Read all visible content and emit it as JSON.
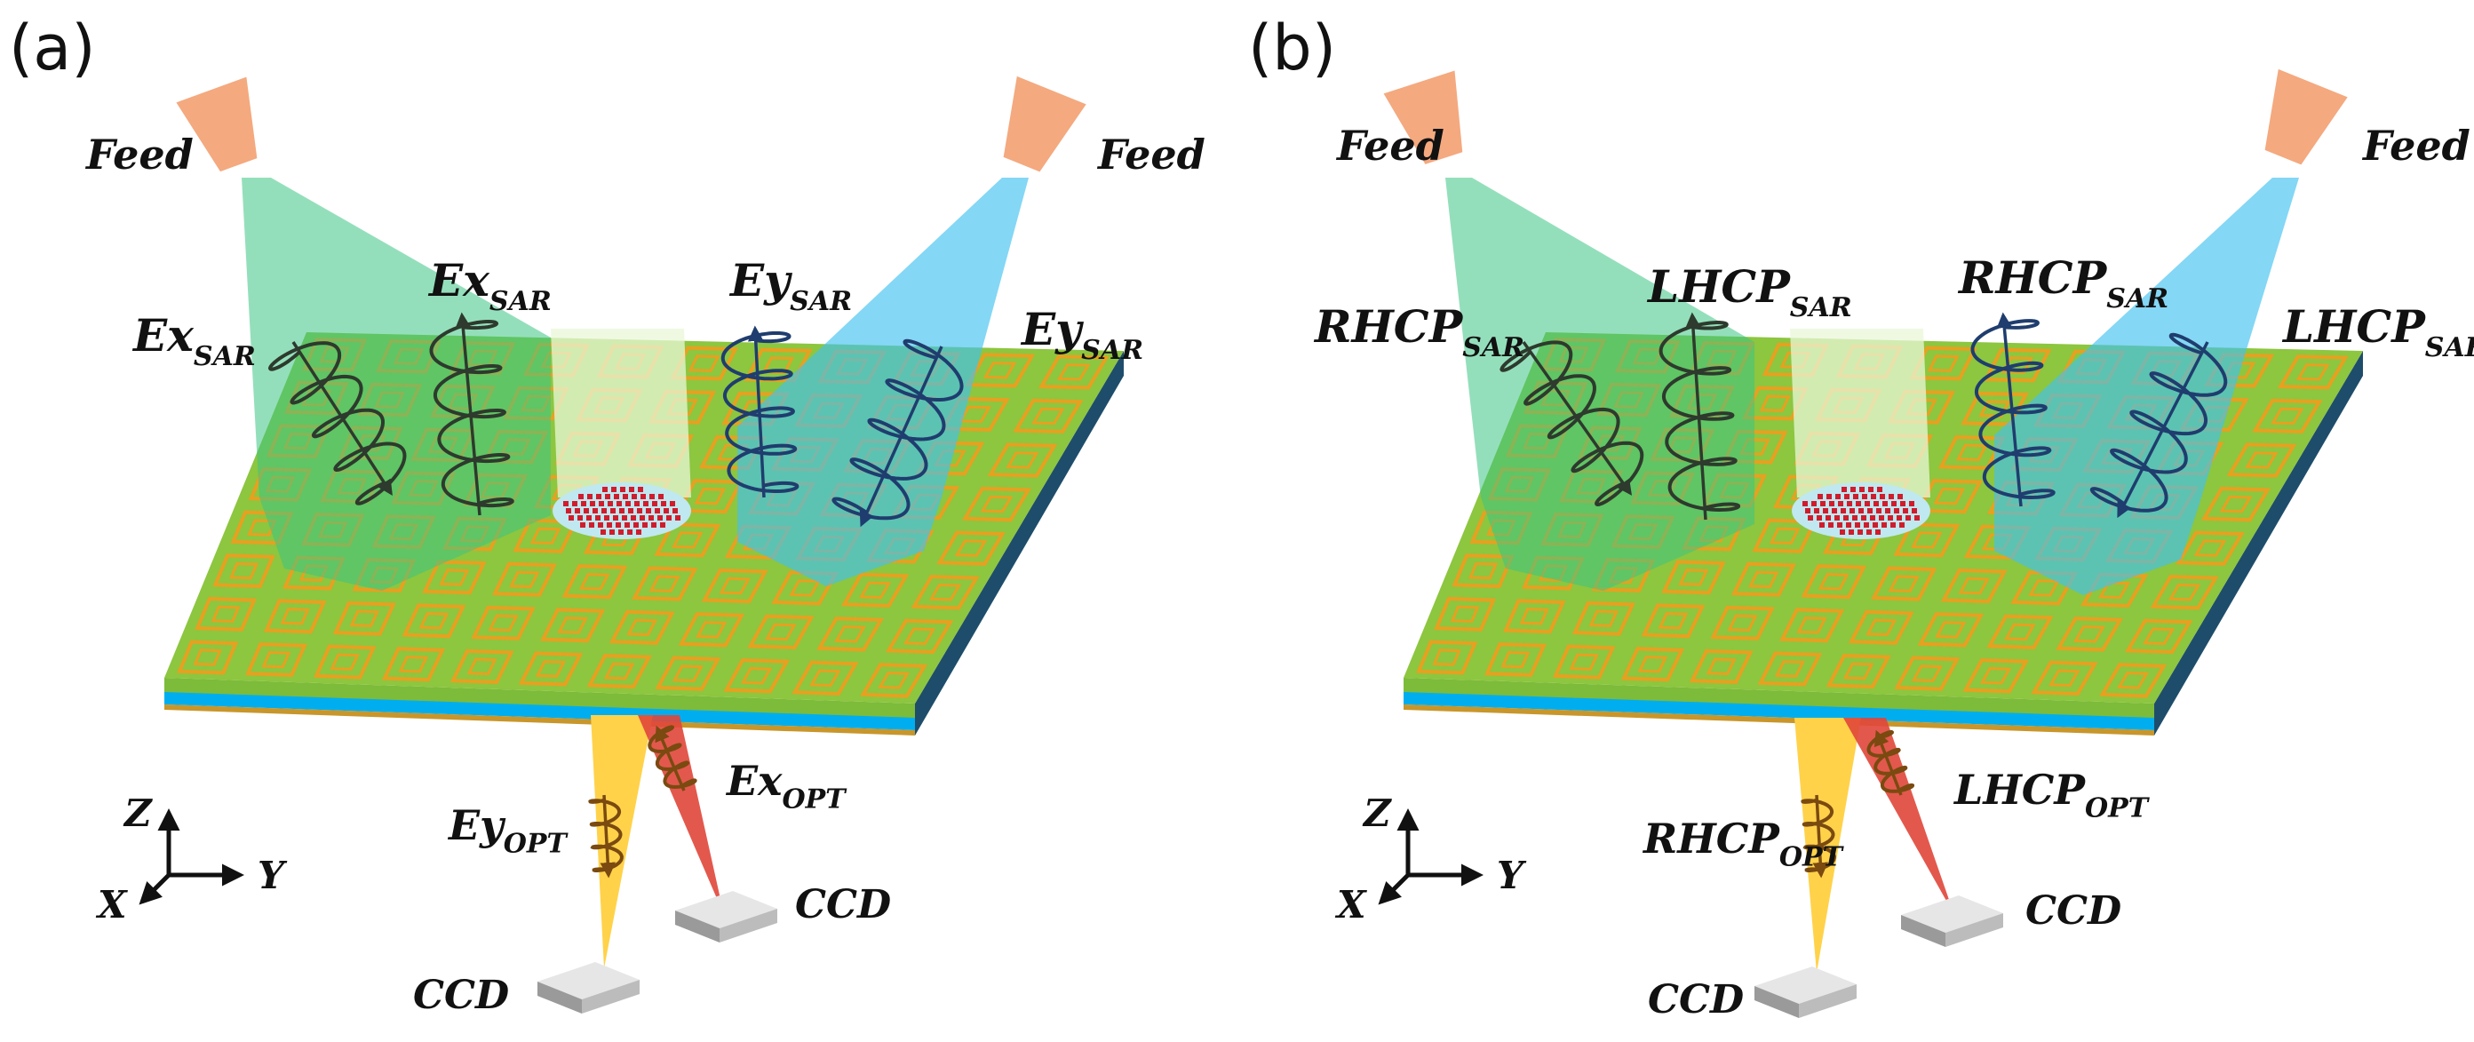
{
  "panels": [
    {
      "label": "(a)",
      "feed_left": "Feed",
      "feed_right": "Feed",
      "outer_left": {
        "main": "Ex",
        "sub": "SAR"
      },
      "inner_left": {
        "main": "Ex",
        "sub": "SAR"
      },
      "inner_right": {
        "main": "Ey",
        "sub": "SAR"
      },
      "outer_right": {
        "main": "Ey",
        "sub": "SAR"
      },
      "opt_left": {
        "main": "Ey",
        "sub": "OPT"
      },
      "opt_right": {
        "main": "Ex",
        "sub": "OPT"
      },
      "ccd_bottom": "CCD",
      "ccd_right": "CCD",
      "axes": {
        "z": "Z",
        "y": "Y",
        "x": "X"
      }
    },
    {
      "label": "(b)",
      "feed_left": "Feed",
      "feed_right": "Feed",
      "outer_left": {
        "main": "RHCP",
        "sub": "SAR"
      },
      "inner_left": {
        "main": "LHCP",
        "sub": "SAR"
      },
      "inner_right": {
        "main": "RHCP",
        "sub": "SAR"
      },
      "outer_right": {
        "main": "LHCP",
        "sub": "SAR"
      },
      "opt_left": {
        "main": "RHCP",
        "sub": "OPT"
      },
      "opt_right": {
        "main": "LHCP",
        "sub": "OPT"
      },
      "ccd_bottom": "CCD",
      "ccd_right": "CCD",
      "axes": {
        "z": "Z",
        "y": "Y",
        "x": "X"
      }
    }
  ],
  "colors": {
    "plate_top": "#8dc63f",
    "plate_front": "#7dbb3a",
    "plate_side": "#1e4d6b",
    "layer_blue": "#00aeef",
    "layer_gold": "#c8962a",
    "unit_orange": "#e8a020",
    "feed_horn": "#f4a97f",
    "beam_green": "#3cc483",
    "beam_blue": "#42c2f0",
    "beam_light": "#e9f7d8",
    "wave_dark": "#2d3a2d",
    "wave_blue": "#1f3d6e",
    "optical_yellow": "#ffd24a",
    "optical_red": "#e0463a",
    "optical_wave": "#7a4a10",
    "ccd_gray": "#cfcfcf",
    "circle_cyan": "#bfe8f0",
    "dot_red": "#d01c2c"
  }
}
